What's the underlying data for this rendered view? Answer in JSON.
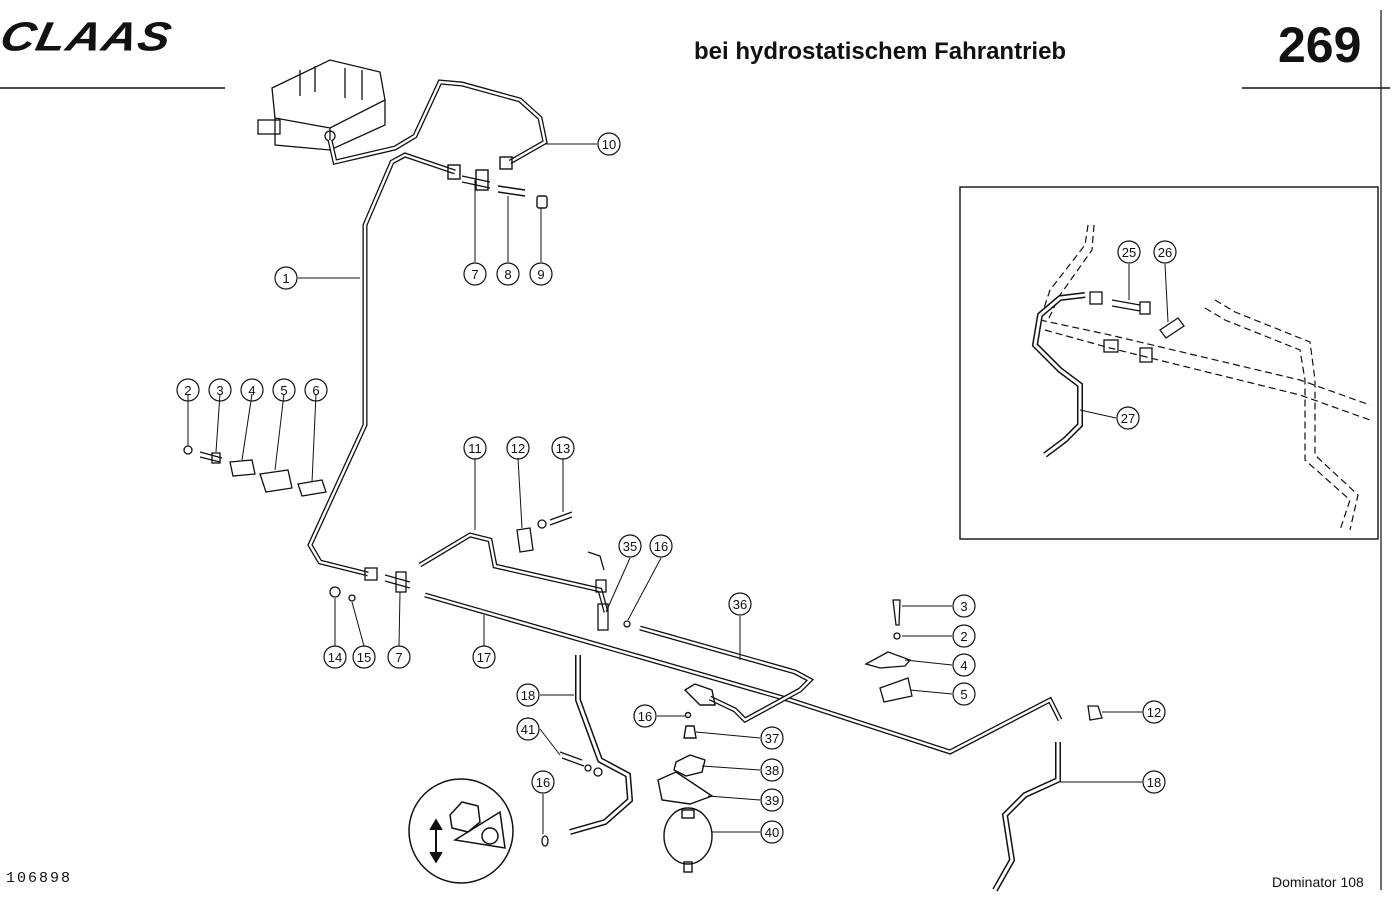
{
  "header": {
    "brand": "CLAAS",
    "title": "bei hydrostatischem Fahrantrieb",
    "page_number": "269"
  },
  "footer": {
    "document_number": "106898",
    "model": "Dominator 108"
  },
  "callouts": [
    {
      "id": "c10",
      "label": "10"
    },
    {
      "id": "c7a",
      "label": "7"
    },
    {
      "id": "c8",
      "label": "8"
    },
    {
      "id": "c9",
      "label": "9"
    },
    {
      "id": "c1",
      "label": "1"
    },
    {
      "id": "c2a",
      "label": "2"
    },
    {
      "id": "c3a",
      "label": "3"
    },
    {
      "id": "c4a",
      "label": "4"
    },
    {
      "id": "c5a",
      "label": "5"
    },
    {
      "id": "c6",
      "label": "6"
    },
    {
      "id": "c11",
      "label": "11"
    },
    {
      "id": "c12a",
      "label": "12"
    },
    {
      "id": "c13",
      "label": "13"
    },
    {
      "id": "c35",
      "label": "35"
    },
    {
      "id": "c16a",
      "label": "16"
    },
    {
      "id": "c14",
      "label": "14"
    },
    {
      "id": "c15",
      "label": "15"
    },
    {
      "id": "c7b",
      "label": "7"
    },
    {
      "id": "c17",
      "label": "17"
    },
    {
      "id": "c36",
      "label": "36"
    },
    {
      "id": "c3b",
      "label": "3"
    },
    {
      "id": "c2b",
      "label": "2"
    },
    {
      "id": "c4b",
      "label": "4"
    },
    {
      "id": "c5b",
      "label": "5"
    },
    {
      "id": "c12b",
      "label": "12"
    },
    {
      "id": "c18a",
      "label": "18"
    },
    {
      "id": "c41",
      "label": "41"
    },
    {
      "id": "c16b",
      "label": "16"
    },
    {
      "id": "c37",
      "label": "37"
    },
    {
      "id": "c38",
      "label": "38"
    },
    {
      "id": "c39",
      "label": "39"
    },
    {
      "id": "c40",
      "label": "40"
    },
    {
      "id": "c16c",
      "label": "16"
    },
    {
      "id": "c18b",
      "label": "18"
    },
    {
      "id": "c25",
      "label": "25"
    },
    {
      "id": "c26",
      "label": "26"
    },
    {
      "id": "c27",
      "label": "27"
    }
  ]
}
